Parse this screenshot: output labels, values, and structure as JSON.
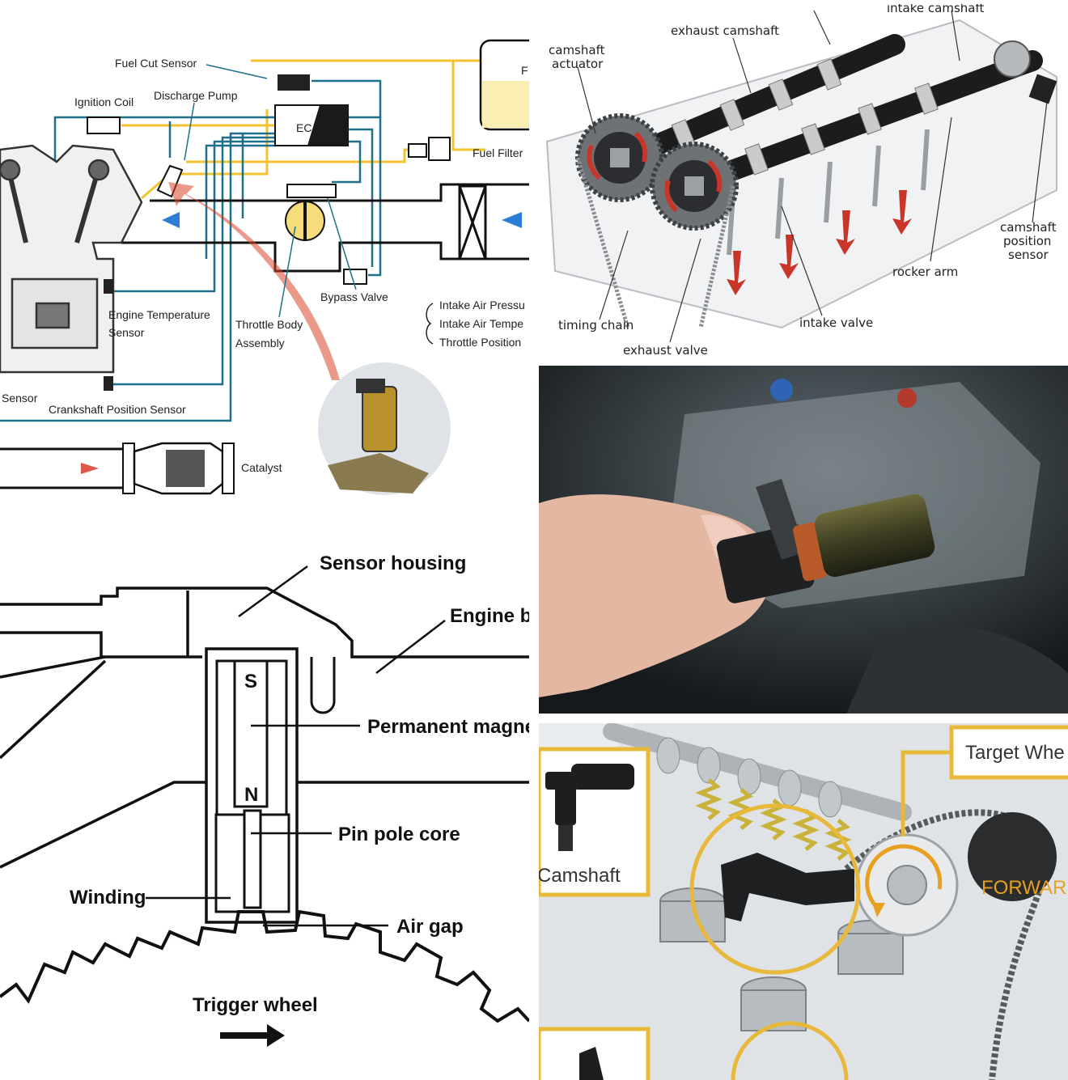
{
  "panel_fuel_system": {
    "labels": {
      "fuel_cut_sensor": "Fuel Cut Sensor",
      "ignition_coil": "Ignition Coil",
      "discharge_pump": "Discharge Pump",
      "ecu": "EC",
      "fuel_tank": "F",
      "fuel_filter": "Fuel Filter",
      "bypass_valve": "Bypass Valve",
      "intake_air_pressure": "Intake Air Pressu",
      "intake_air_temp": "Intake Air Tempe",
      "throttle_position": "Throttle Position",
      "engine_temp_line1": "Engine Temperature",
      "engine_temp_line2": "Sensor",
      "throttle_body_line1": "Throttle Body",
      "throttle_body_line2": "Assembly",
      "sensor": "Sensor",
      "crankshaft_position_sensor": "Crankshaft Position Sensor",
      "catalyst": "Catalyst"
    },
    "colors": {
      "wire_blue": "#1f6f8b",
      "fuel_yellow": "#f2c230",
      "arrow_blue": "#2a7fd4",
      "arrow_red": "#d9462b"
    }
  },
  "panel_camshaft_engine": {
    "labels": {
      "intake_camshaft": "intake camshaft",
      "exhaust_camshaft": "exhaust camshaft",
      "camshaft_actuator_line1": "camshaft",
      "camshaft_actuator_line2": "actuator",
      "camshaft_position_sensor_line1": "camshaft",
      "camshaft_position_sensor_line2": "position",
      "camshaft_position_sensor_line3": "sensor",
      "rocker_arm": "rocker arm",
      "timing_chain": "timing chain",
      "intake_valve": "intake valve",
      "exhaust_valve": "exhaust valve"
    },
    "colors": {
      "arrow_red": "#c8362a"
    }
  },
  "panel_sensor_cross_section": {
    "labels": {
      "sensor_housing": "Sensor housing",
      "engine_block": "Engine bl",
      "permanent_magnet": "Permanent magnet",
      "pole_s": "S",
      "pole_n": "N",
      "pin_pole_core": "Pin pole core",
      "winding": "Winding",
      "air_gap": "Air gap",
      "trigger_wheel": "Trigger wheel"
    }
  },
  "panel_sensor_photo": {
    "description_icon": "hand-holding-sensor"
  },
  "panel_target_wheel": {
    "labels": {
      "target_wheel": "Target Whe",
      "camshaft": "Camshaft",
      "forward": "FORWAR"
    },
    "colors": {
      "callout_gold": "#e8b83a",
      "forward_orange": "#e8a020"
    }
  }
}
